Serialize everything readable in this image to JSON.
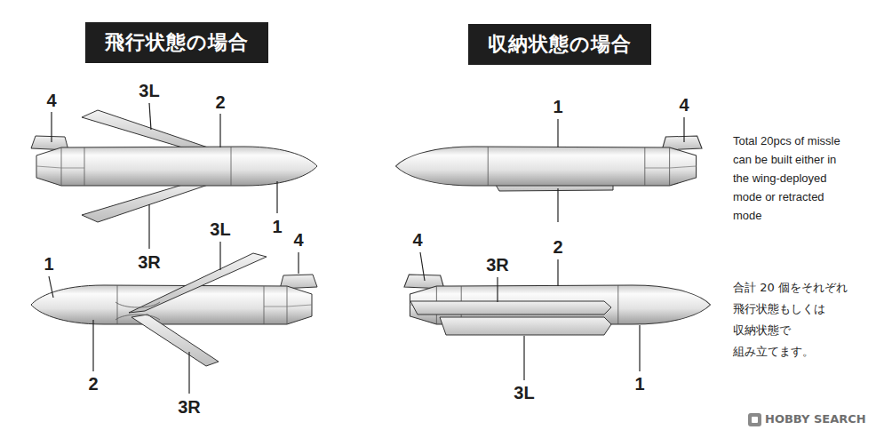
{
  "diagram": {
    "nodes": [
      {
        "text": [
          "飛行状態の場合"
        ]
      },
      {
        "text": [
          "収納状態の場合"
        ]
      }
    ],
    "labels": [
      "4",
      "3L",
      "2",
      "1",
      "3R",
      "1",
      "3L",
      "4",
      "2",
      "3R",
      "1",
      "4",
      "2",
      "4",
      "3R",
      "3L",
      "1",
      "Total 20pcs of missle can be built either in the wing-deployed mode or retracted mode",
      "合計 20 個をそれぞれ 飛行状態もしくは 収納状態で 組み立てます。",
      "HOBBY SEARCH"
    ]
  }
}
